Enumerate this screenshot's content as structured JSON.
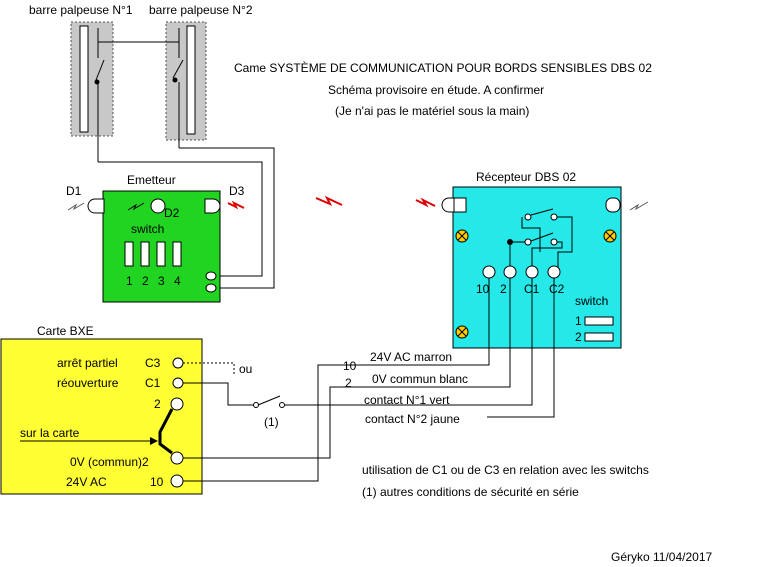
{
  "title_lines": {
    "main": "Came SYSTÈME DE COMMUNICATION POUR BORDS SENSIBLES  DBS 02",
    "sub1": "Schéma provisoire en étude. A confirmer",
    "sub2": "(Je n'ai pas le matériel sous la main)"
  },
  "edges": {
    "bar1_label": "barre palpeuse N°1",
    "bar2_label": "barre palpeuse N°2"
  },
  "emitter": {
    "title": "Emetteur",
    "d1": "D1",
    "d2": "D2",
    "d3": "D3",
    "switch_label": "switch",
    "switch_numbers": [
      "1",
      "2",
      "3",
      "4"
    ]
  },
  "receiver": {
    "title": "Récepteur  DBS 02",
    "terminals": [
      "10",
      "2",
      "C1",
      "C2"
    ],
    "switch_label": "switch",
    "switch_1": "1",
    "switch_2": "2"
  },
  "bxe": {
    "title": "Carte BXE",
    "arret": "arrêt partiel",
    "c3": "C3",
    "ou": "ou",
    "reouverture": "réouverture",
    "c1": "C1",
    "two": "2",
    "sur_la_carte": "sur la carte",
    "common": "0V (commun)2",
    "v24": "24V AC",
    "ten": "10"
  },
  "wiring": {
    "num10": "10",
    "num2": "2",
    "marron": "24V AC  marron",
    "blanc": "0V commun blanc",
    "vert": "contact N°1 vert",
    "jaune": "contact N°2 jaune",
    "safety_mark": "(1)"
  },
  "notes": {
    "line1": "utilisation de C1 ou de C3 en relation avec les switchs",
    "line2": "(1) autres conditions de sécurité en série"
  },
  "signature": "Géryko  11/04/2017",
  "colors": {
    "emitter_green": "#21d421",
    "receiver_cyan": "#25e8e8",
    "bxe_yellow": "#ffff33",
    "bar_gray": "#c8c8c8",
    "signal_red": "#dd0000"
  }
}
